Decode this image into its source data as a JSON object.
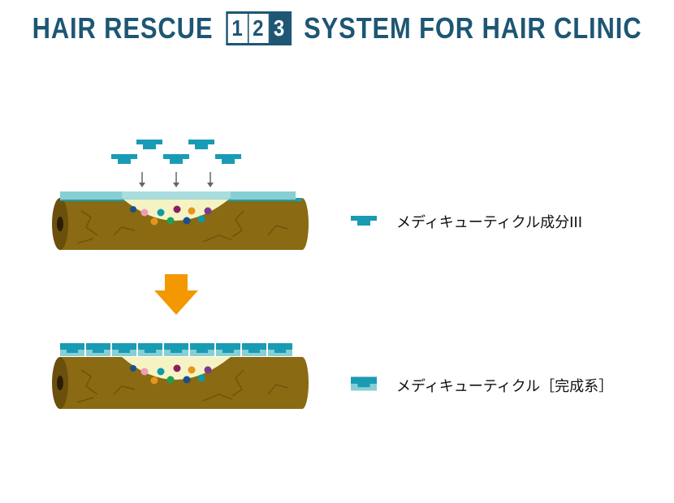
{
  "header": {
    "left": "HAIR RESCUE",
    "steps": [
      "1",
      "2",
      "3"
    ],
    "active_step": "3",
    "right": "SYSTEM FOR HAIR CLINIC"
  },
  "legend": [
    {
      "icon": "medicuticle-component-icon",
      "label": "メディキューティクル成分III"
    },
    {
      "icon": "medicuticle-complete-icon",
      "label": "メディキューティクル［完成系］"
    }
  ],
  "colors": {
    "brand": "#1e5674",
    "component": "#1a9bb4",
    "cuticle": "#86cfd3",
    "hair": "#8a6a12",
    "hair_crack": "#6b4f0c",
    "arrow": "#f39800",
    "damage_fill": "#f5f3c4"
  }
}
